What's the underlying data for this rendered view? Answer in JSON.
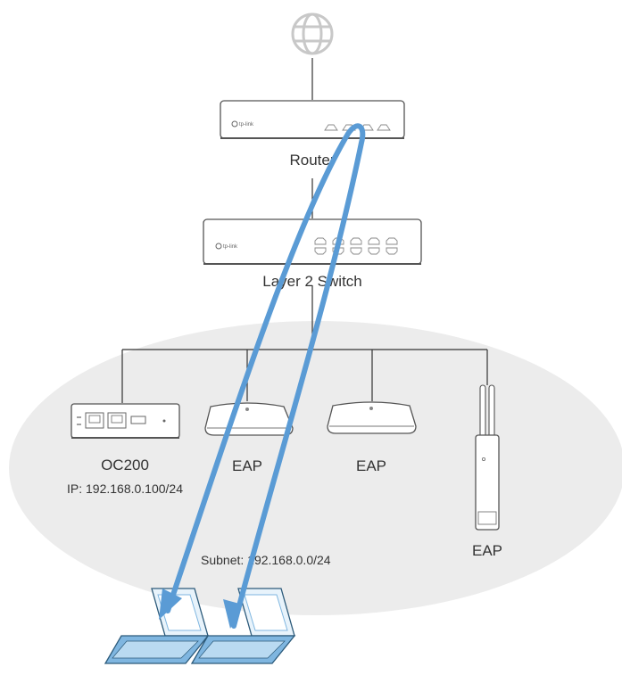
{
  "nodes": {
    "router": {
      "label": "Router",
      "brand": "tp-link"
    },
    "switch": {
      "label": "Layer 2 Switch",
      "brand": "tp-link"
    },
    "controller": {
      "label": "OC200",
      "ip": "IP: 192.168.0.100/24"
    },
    "eap1": {
      "label": "EAP"
    },
    "eap2": {
      "label": "EAP"
    },
    "eap3": {
      "label": "EAP"
    }
  },
  "subnet": {
    "label": "Subnet: 192.168.0.0/24"
  },
  "colors": {
    "arrow": "#5a9bd5",
    "subnet_fill": "#ececec",
    "device_stroke": "#555555",
    "laptop": "#7fb6e0",
    "globe": "#c8c8c8"
  },
  "icons": [
    "globe-icon",
    "router-icon",
    "switch-icon",
    "controller-icon",
    "ceiling-eap-icon",
    "outdoor-eap-icon",
    "laptop-icon"
  ]
}
